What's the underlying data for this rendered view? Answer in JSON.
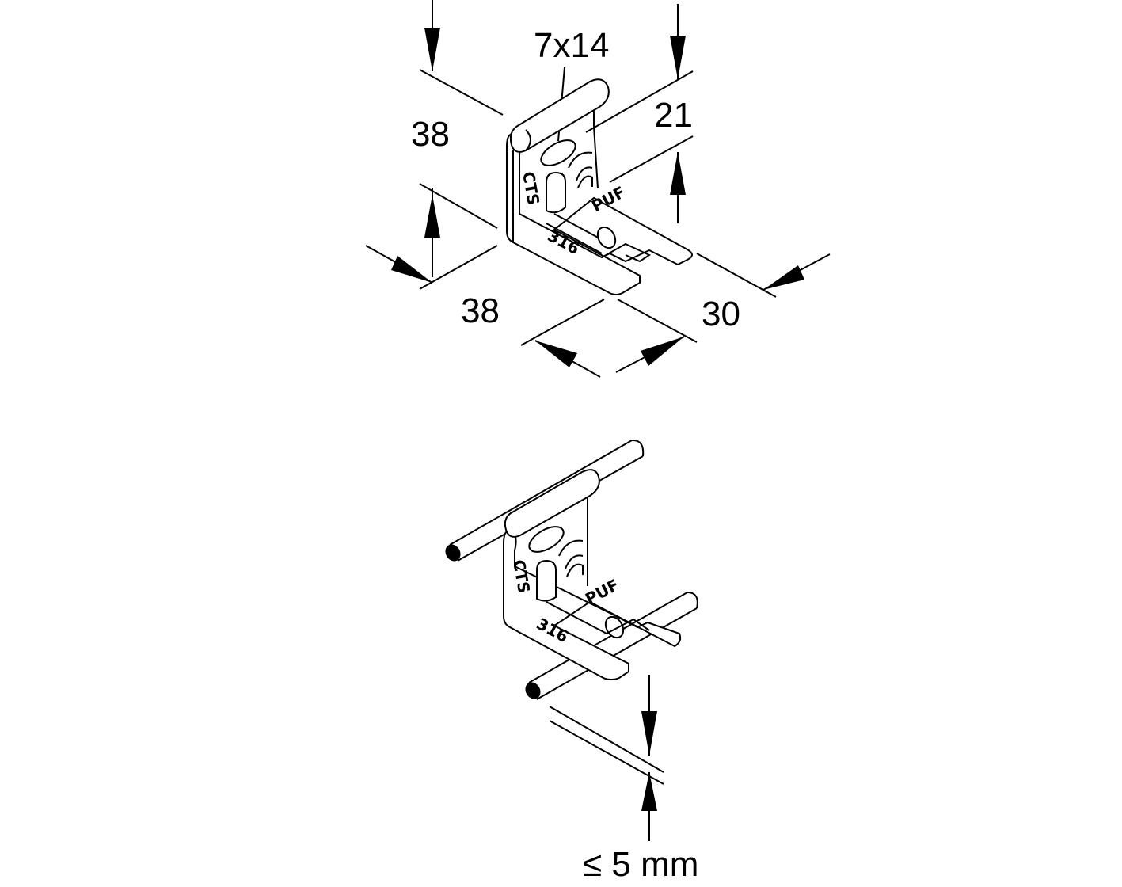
{
  "dimensions": {
    "slot": "7x14",
    "top_height": "38",
    "upper_tab_height": "21",
    "lower_height": "38",
    "depth": "30",
    "rod_gap": "≤ 5 mm"
  },
  "markings": {
    "brand": "CTS",
    "alloy": "316",
    "tab_label": "PUF"
  }
}
